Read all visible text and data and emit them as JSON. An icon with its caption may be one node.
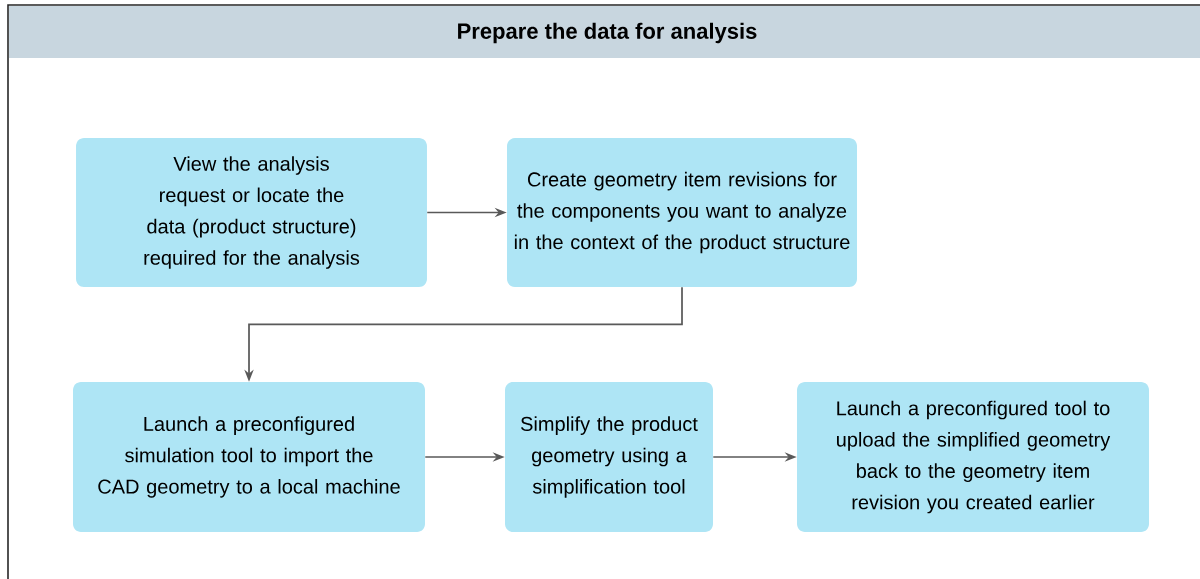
{
  "diagram": {
    "title": "Prepare the data for analysis",
    "nodes": [
      {
        "text": [
          "View the analysis request or locate the data (product structure) required for the analysis"
        ]
      },
      {
        "text": [
          "Create geometry item revisions for the components you want to analyze in the context of the product structure"
        ]
      },
      {
        "text": [
          "Launch a preconfigured simulation tool to import the CAD geometry to a local machine"
        ]
      },
      {
        "text": [
          "Simplify the product geometry using a simplification tool"
        ]
      },
      {
        "text": [
          "Launch a preconfigured tool to upload the simplified geometry back to the geometry item revision you created earlier"
        ]
      }
    ],
    "edges": [
      {
        "from": 0,
        "to": 1,
        "arrow": "to"
      },
      {
        "from": 1,
        "to": 2,
        "arrow": "to"
      },
      {
        "from": 2,
        "to": 3,
        "arrow": "to"
      },
      {
        "from": 3,
        "to": 4,
        "arrow": "to"
      }
    ]
  }
}
